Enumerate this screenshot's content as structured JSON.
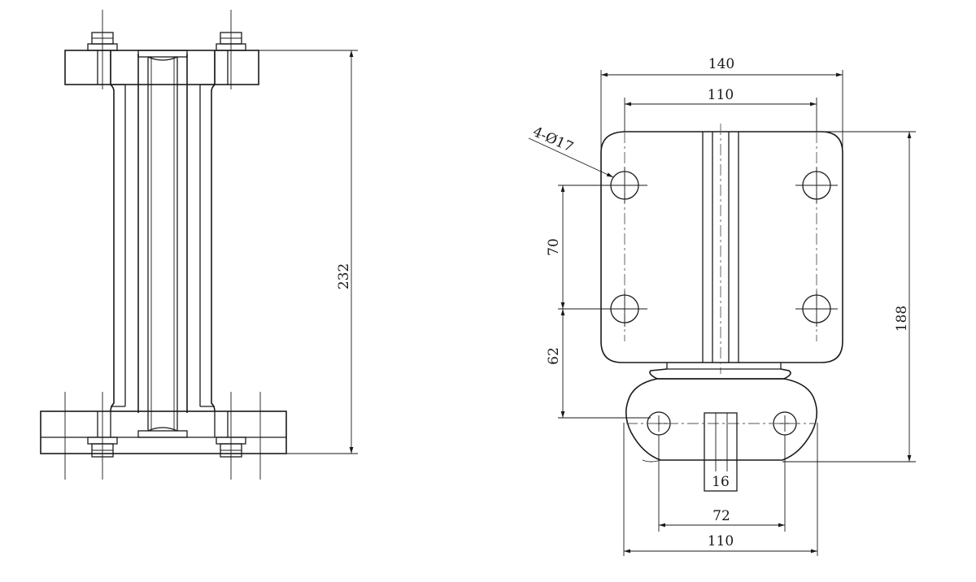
{
  "dimensions": {
    "side_height": "232",
    "overall_width": "140",
    "hole_spacing_top": "110",
    "hole_callout": "4-Ø17",
    "vertical_hole_spacing": "70",
    "lower_offset": "62",
    "overall_height": "188",
    "slot_width": "16",
    "lower_hole_spacing": "72",
    "base_width": "110"
  },
  "colors": {
    "line": "#1a1a1a",
    "background": "#ffffff"
  }
}
